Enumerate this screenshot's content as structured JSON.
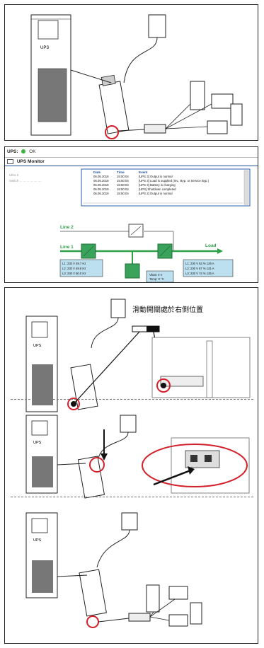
{
  "device_label": "UPS",
  "monitor": {
    "status_label": "UPS:",
    "status_value": "OK",
    "title": "UPS Monitor",
    "side_lines": [
      "Ultra II",
      "Switch ... ... ... ... .... ...."
    ],
    "event_headers": [
      "Date",
      "Time",
      "Event"
    ],
    "events": [
      [
        "06.05.2019",
        "15:50:04",
        "[UPS 3] Output is normal"
      ],
      [
        "06.05.2019",
        "15:50:04",
        "[UPS 3] Load is supplied (Inv., Byp. or Service Byp.)"
      ],
      [
        "06.05.2019",
        "15:50:04",
        "[UPS 3] Battery is charging"
      ],
      [
        "06.05.2019",
        "15:50:04",
        "[UPS] Shutdown completed"
      ],
      [
        "06.05.2019",
        "15:50:04",
        "[UPS 2] Output is normal"
      ]
    ],
    "line2_label": "Line 2",
    "line1_label": "Line 1",
    "load_label": "Load",
    "input_readings": [
      "L1:  230 V  49.7 Hz",
      "L2:  230 V  49.8 Hz",
      "L3:  230 V  50.0 Hz"
    ],
    "output_readings": [
      "L1:  230 V  53 %  126 A",
      "L2:  230 V  67 %  131 A",
      "L3:  230 V  74 %  135 A"
    ],
    "battery_readings": [
      "Vbatt: 0 V",
      "Temp: 0 °C"
    ]
  },
  "instruction": "滑動開關處於右側位置",
  "colors": {
    "highlight_circle": "#d3202a",
    "block_green": "#3aa35b",
    "readout_fill": "#bde0f0",
    "monitor_blue": "#1f4e9b",
    "line_green": "#2fa048"
  }
}
